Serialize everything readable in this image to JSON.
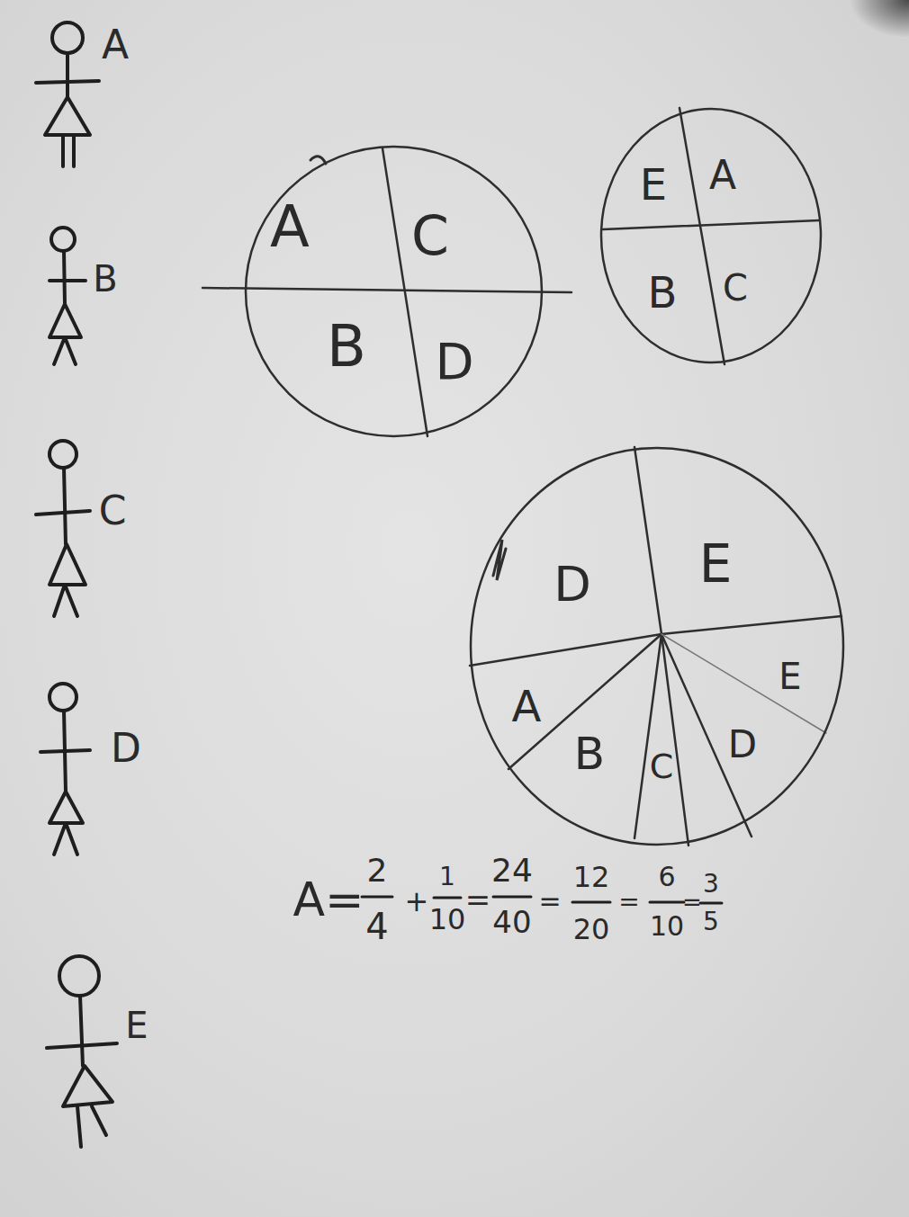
{
  "diagram": {
    "nodes": [
      {
        "text": [
          "A",
          "C",
          "B",
          "D"
        ]
      },
      {
        "text": [
          "E",
          "A",
          "B",
          "C"
        ]
      },
      {
        "text": [
          "D",
          "E",
          "A",
          "B",
          "C",
          "D",
          "E"
        ]
      }
    ],
    "labels": [
      "A",
      "B",
      "C",
      "D",
      "E",
      "A=",
      "2",
      "4",
      "+",
      "1",
      "10",
      "=",
      "24",
      "40",
      "=",
      "12",
      "20",
      "=",
      "6",
      "10",
      "=",
      "3",
      "5"
    ]
  }
}
